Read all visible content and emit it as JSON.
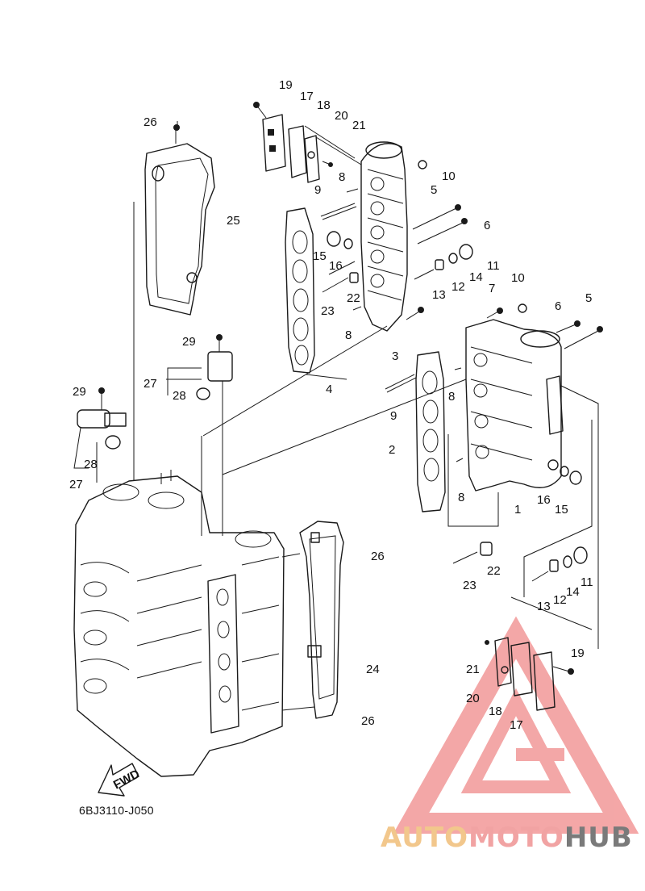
{
  "diagram": {
    "part_code": "6BJ3110-J050",
    "direction_label": "FWD",
    "callouts": [
      {
        "id": "c19a",
        "text": "19"
      },
      {
        "id": "c17a",
        "text": "17"
      },
      {
        "id": "c18a",
        "text": "18"
      },
      {
        "id": "c20a",
        "text": "20"
      },
      {
        "id": "c21a",
        "text": "21"
      },
      {
        "id": "c26a",
        "text": "26"
      },
      {
        "id": "c10a",
        "text": "10"
      },
      {
        "id": "c8a",
        "text": "8"
      },
      {
        "id": "c9a",
        "text": "9"
      },
      {
        "id": "c5a",
        "text": "5"
      },
      {
        "id": "c6a",
        "text": "6"
      },
      {
        "id": "c25",
        "text": "25"
      },
      {
        "id": "c15a",
        "text": "15"
      },
      {
        "id": "c16a",
        "text": "16"
      },
      {
        "id": "c11a",
        "text": "11"
      },
      {
        "id": "c14a",
        "text": "14"
      },
      {
        "id": "c12a",
        "text": "12"
      },
      {
        "id": "c13a",
        "text": "13"
      },
      {
        "id": "c23a",
        "text": "23"
      },
      {
        "id": "c22a",
        "text": "22"
      },
      {
        "id": "c7a",
        "text": "7"
      },
      {
        "id": "c10b",
        "text": "10"
      },
      {
        "id": "c8b",
        "text": "8"
      },
      {
        "id": "c3",
        "text": "3"
      },
      {
        "id": "c6b",
        "text": "6"
      },
      {
        "id": "c5b",
        "text": "5"
      },
      {
        "id": "c29a",
        "text": "29"
      },
      {
        "id": "c27a",
        "text": "27"
      },
      {
        "id": "c28a",
        "text": "28"
      },
      {
        "id": "c4",
        "text": "4"
      },
      {
        "id": "c8c",
        "text": "8"
      },
      {
        "id": "c29b",
        "text": "29"
      },
      {
        "id": "c9b",
        "text": "9"
      },
      {
        "id": "c2",
        "text": "2"
      },
      {
        "id": "c28b",
        "text": "28"
      },
      {
        "id": "c27b",
        "text": "27"
      },
      {
        "id": "c8d",
        "text": "8"
      },
      {
        "id": "c16b",
        "text": "16"
      },
      {
        "id": "c15b",
        "text": "15"
      },
      {
        "id": "c1",
        "text": "1"
      },
      {
        "id": "c26b",
        "text": "26"
      },
      {
        "id": "c23b",
        "text": "23"
      },
      {
        "id": "c22b",
        "text": "22"
      },
      {
        "id": "c13b",
        "text": "13"
      },
      {
        "id": "c12b",
        "text": "12"
      },
      {
        "id": "c14b",
        "text": "14"
      },
      {
        "id": "c11b",
        "text": "11"
      },
      {
        "id": "c19b",
        "text": "19"
      },
      {
        "id": "c21b",
        "text": "21"
      },
      {
        "id": "c24",
        "text": "24"
      },
      {
        "id": "c20b",
        "text": "20"
      },
      {
        "id": "c18b",
        "text": "18"
      },
      {
        "id": "c17b",
        "text": "17"
      },
      {
        "id": "c26c",
        "text": "26"
      }
    ]
  },
  "watermark": {
    "part1": "AUTO",
    "part2": "MOTO",
    "part3": "HUB",
    "logo_color": "#f08a8a"
  }
}
